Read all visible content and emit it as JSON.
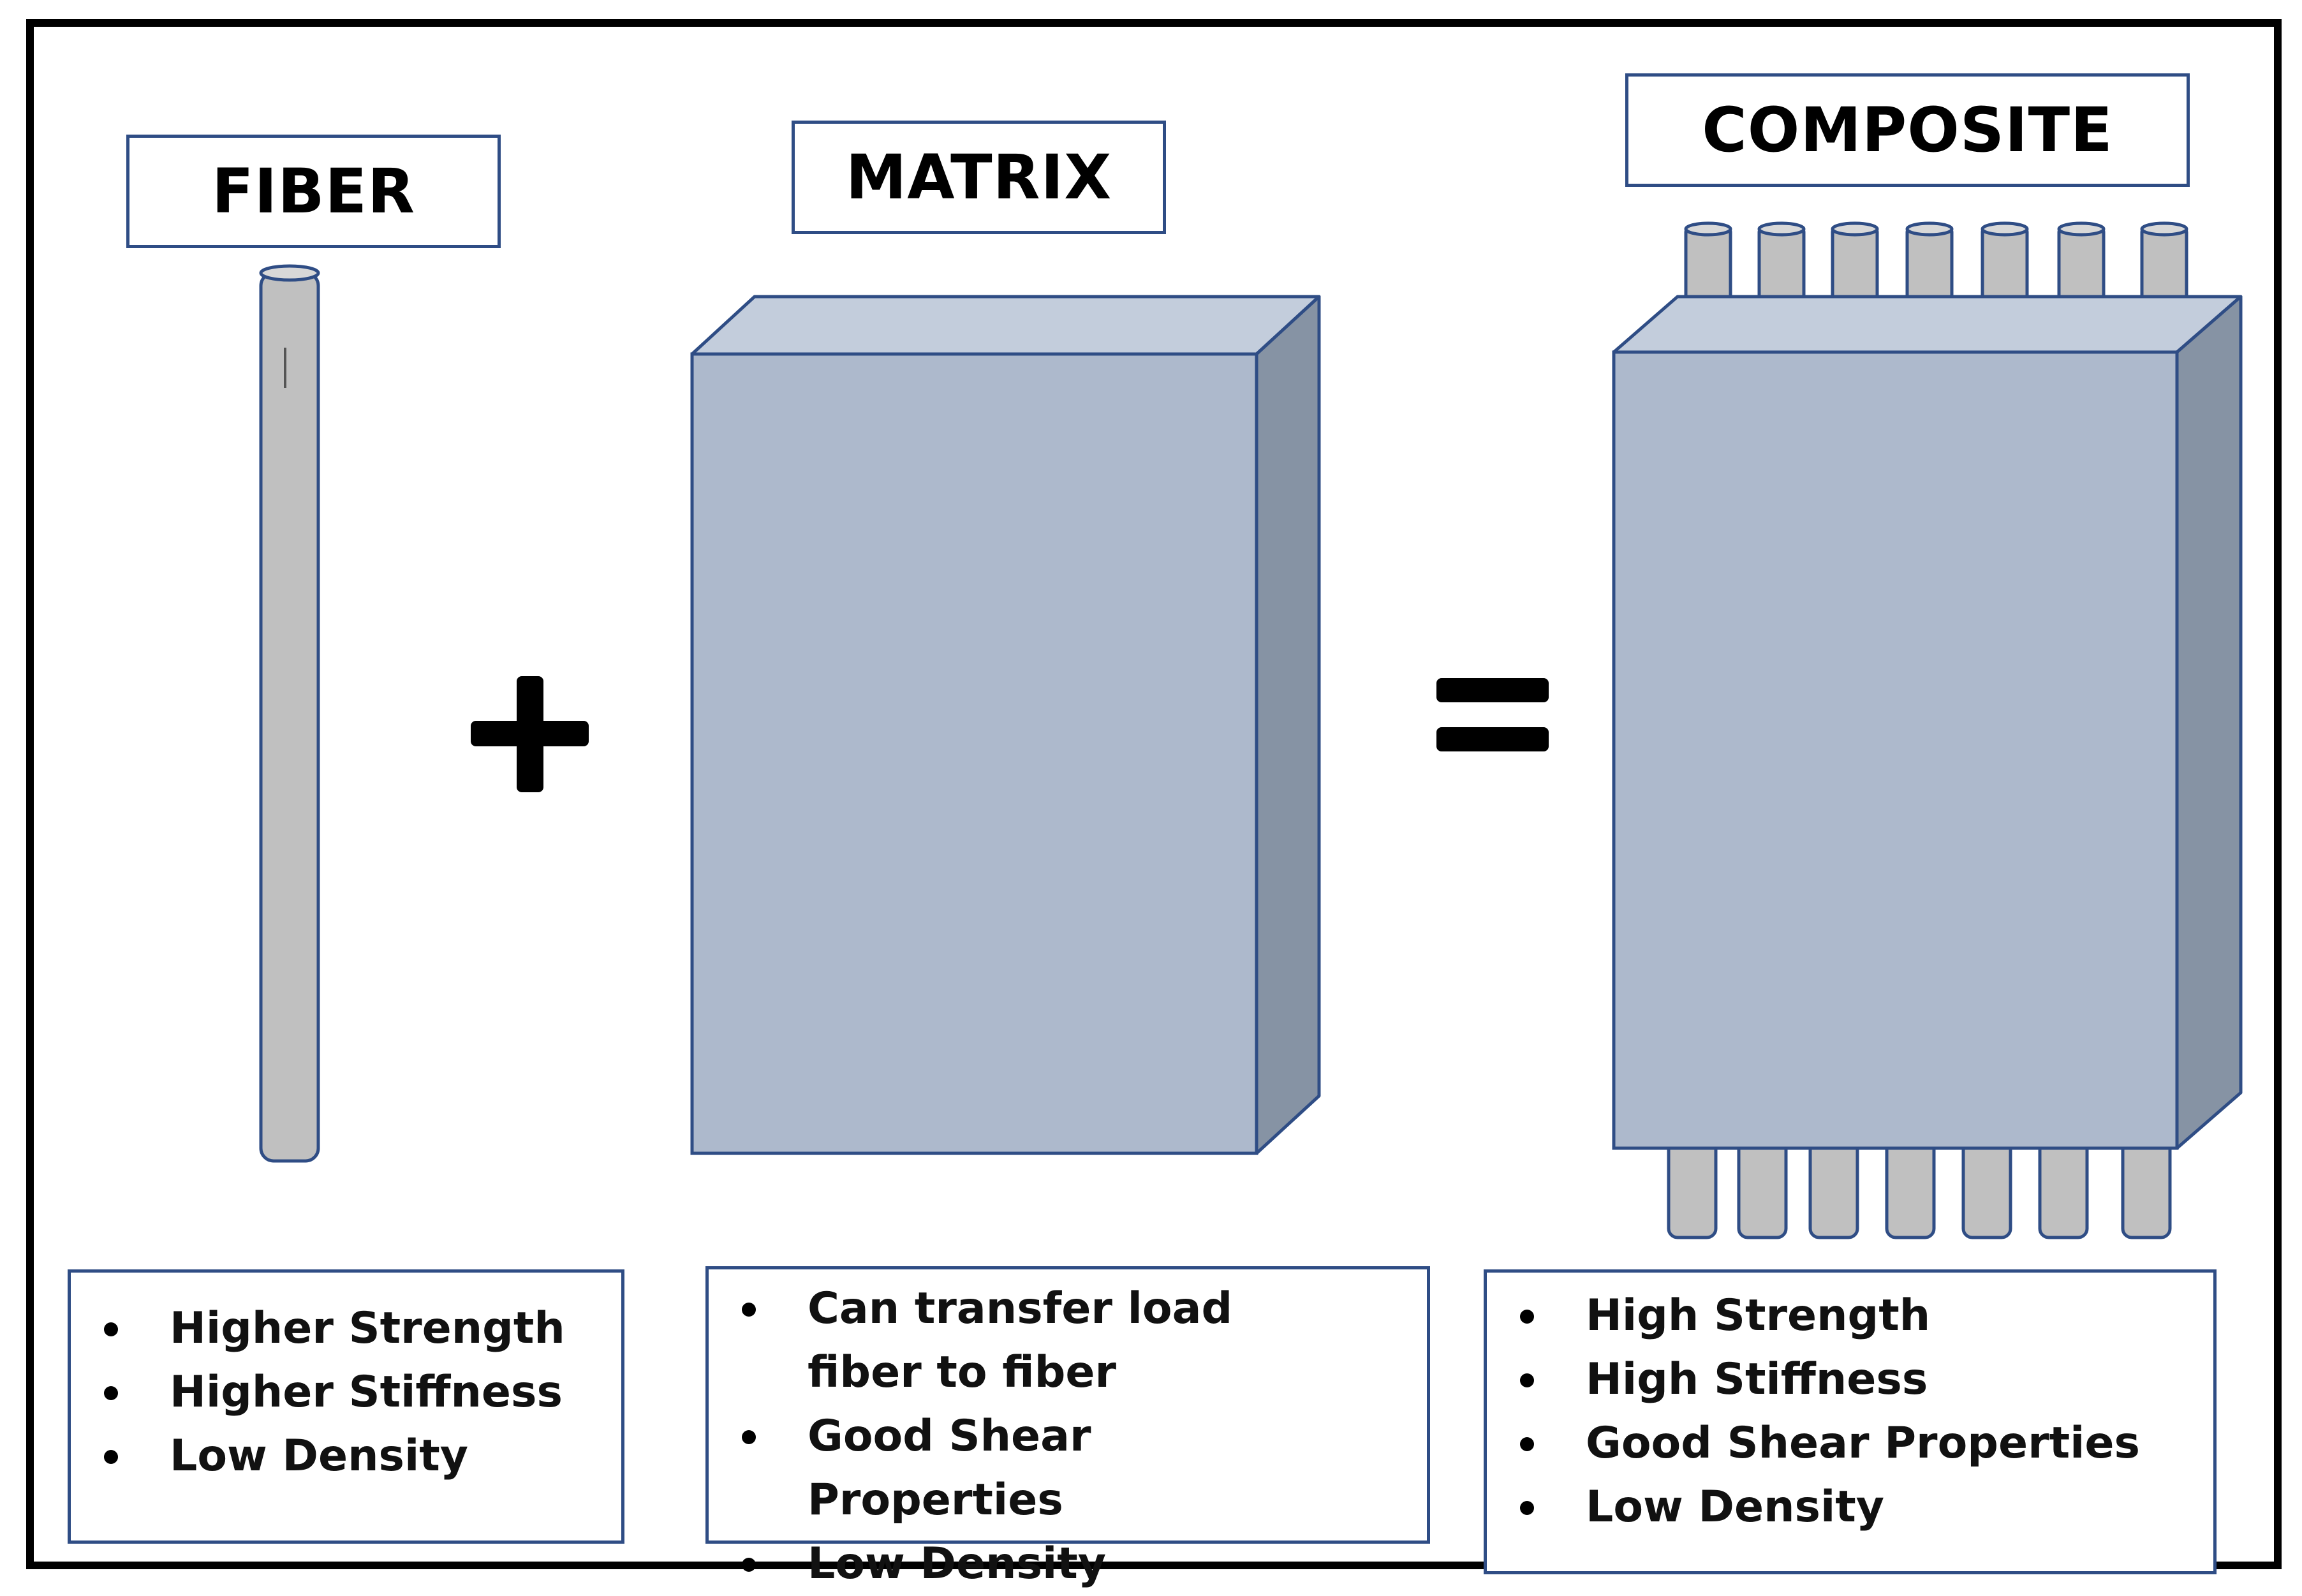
{
  "titles": {
    "fiber": "FIBER",
    "matrix": "MATRIX",
    "composite": "COMPOSITE"
  },
  "properties": {
    "fiber": [
      "Higher Strength",
      "Higher Stiffness",
      "Low Density"
    ],
    "matrix": [
      "Can transfer load fiber to fiber",
      "Good Shear Properties",
      "Low Density"
    ],
    "composite": [
      "High Strength",
      "High Stiffness",
      "Good Shear Properties",
      "Low Density"
    ]
  },
  "operators": {
    "plus": "+",
    "equals": "="
  },
  "colors": {
    "outline": "#2f4d85",
    "block_front": "#adb9cc",
    "block_top": "#c3cddc",
    "block_side": "#8693a4",
    "fiber_fill": "#c0c0c0",
    "fiber_cap": "#d8d8d8",
    "frame": "#000000"
  }
}
